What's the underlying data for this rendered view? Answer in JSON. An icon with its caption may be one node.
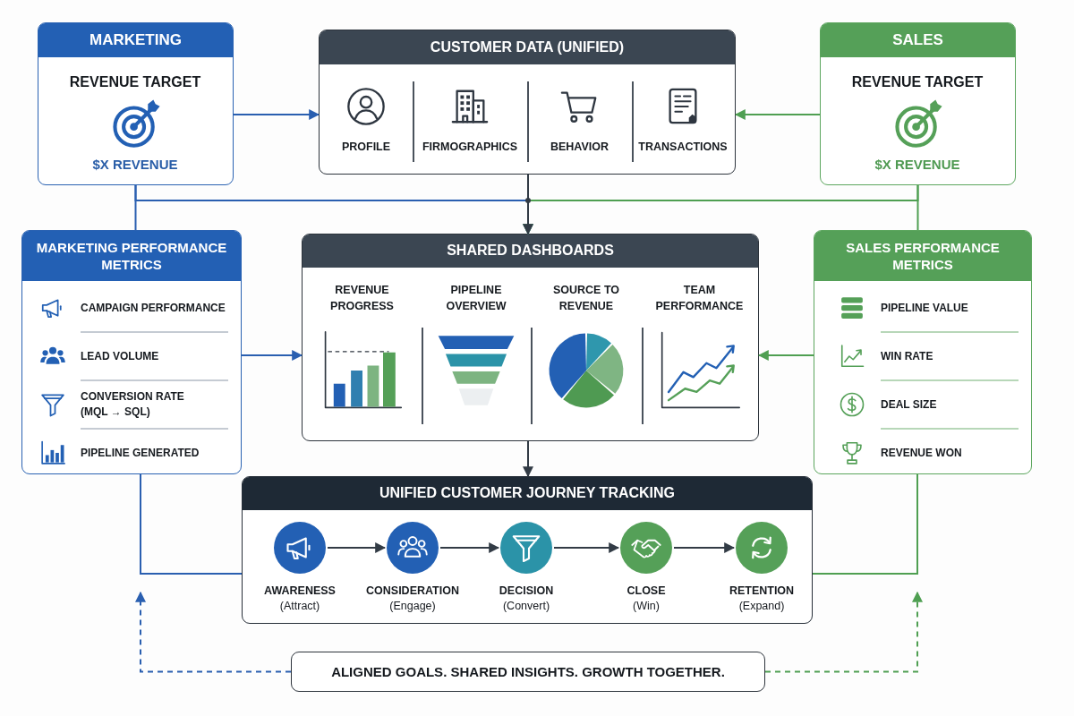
{
  "diagram": {
    "nodes": [
      {
        "text": [
          "MARKETING",
          "REVENUE TARGET",
          "$X REVENUE"
        ]
      },
      {
        "text": [
          "CUSTOMER DATA (UNIFIED)",
          "PROFILE",
          "FIRMOGRAPHICS",
          "BEHAVIOR",
          "TRANSACTIONS"
        ]
      },
      {
        "text": [
          "SALES",
          "REVENUE TARGET",
          "$X REVENUE"
        ]
      },
      {
        "text": [
          "MARKETING PERFORMANCE METRICS",
          "CAMPAIGN PERFORMANCE",
          "LEAD VOLUME",
          "CONVERSION RATE (MQL → SQL)",
          "PIPELINE GENERATED"
        ]
      },
      {
        "text": [
          "SHARED DASHBOARDS",
          "REVENUE PROGRESS",
          "PIPELINE OVERVIEW",
          "SOURCE TO REVENUE",
          "TEAM PERFORMANCE"
        ]
      },
      {
        "text": [
          "SALES PERFORMANCE METRICS",
          "PIPELINE VALUE",
          "WIN RATE",
          "DEAL SIZE",
          "REVENUE WON"
        ]
      },
      {
        "text": [
          "UNIFIED CUSTOMER JOURNEY TRACKING"
        ]
      },
      {
        "text": [
          "AWARENESS",
          "(Attract)"
        ],
        "in": 6
      },
      {
        "text": [
          "CONSIDERATION",
          "(Engage)"
        ],
        "in": 6
      },
      {
        "text": [
          "DECISION",
          "(Convert)"
        ],
        "in": 6
      },
      {
        "text": [
          "CLOSE",
          "(Win)"
        ],
        "in": 6
      },
      {
        "text": [
          "RETENTION",
          "(Expand)"
        ],
        "in": 6
      },
      {
        "text": [
          "ALIGNED GOALS. SHARED INSIGHTS. GROWTH TOGETHER."
        ]
      }
    ],
    "edges": [
      {
        "from": 0,
        "to": 1,
        "arrow": "to",
        "color": "#2a5fb0"
      },
      {
        "from": 2,
        "to": 1,
        "arrow": "to",
        "color": "#4f9f52"
      },
      {
        "from": 1,
        "to": 4,
        "arrow": "to",
        "color": "#323b45"
      },
      {
        "from": 0,
        "to": 3,
        "arrow": "none",
        "color": "#2a5fb0"
      },
      {
        "from": 0,
        "to": 4,
        "arrow": "to",
        "color": "#2a5fb0"
      },
      {
        "from": 2,
        "to": 5,
        "arrow": "none",
        "color": "#4f9f52"
      },
      {
        "from": 2,
        "to": 4,
        "arrow": "to",
        "color": "#4f9f52"
      },
      {
        "from": 3,
        "to": 4,
        "arrow": "to",
        "color": "#2a5fb0"
      },
      {
        "from": 5,
        "to": 4,
        "arrow": "to",
        "color": "#4f9f52"
      },
      {
        "from": 4,
        "to": 6,
        "arrow": "to",
        "color": "#323b45"
      },
      {
        "from": 3,
        "to": 6,
        "arrow": "none",
        "color": "#2a5fb0"
      },
      {
        "from": 5,
        "to": 6,
        "arrow": "none",
        "color": "#4f9f52"
      },
      {
        "from": 7,
        "to": 8,
        "arrow": "to",
        "color": "#323b45"
      },
      {
        "from": 8,
        "to": 9,
        "arrow": "to",
        "color": "#323b45"
      },
      {
        "from": 9,
        "to": 10,
        "arrow": "to",
        "color": "#323b45"
      },
      {
        "from": 10,
        "to": 11,
        "arrow": "to",
        "color": "#323b45"
      },
      {
        "from": 12,
        "to": null,
        "arrow": "to",
        "style": "dashed",
        "color": "#2a5fb0"
      },
      {
        "from": 12,
        "to": null,
        "arrow": "to",
        "style": "dashed",
        "color": "#4f9f52"
      }
    ]
  }
}
